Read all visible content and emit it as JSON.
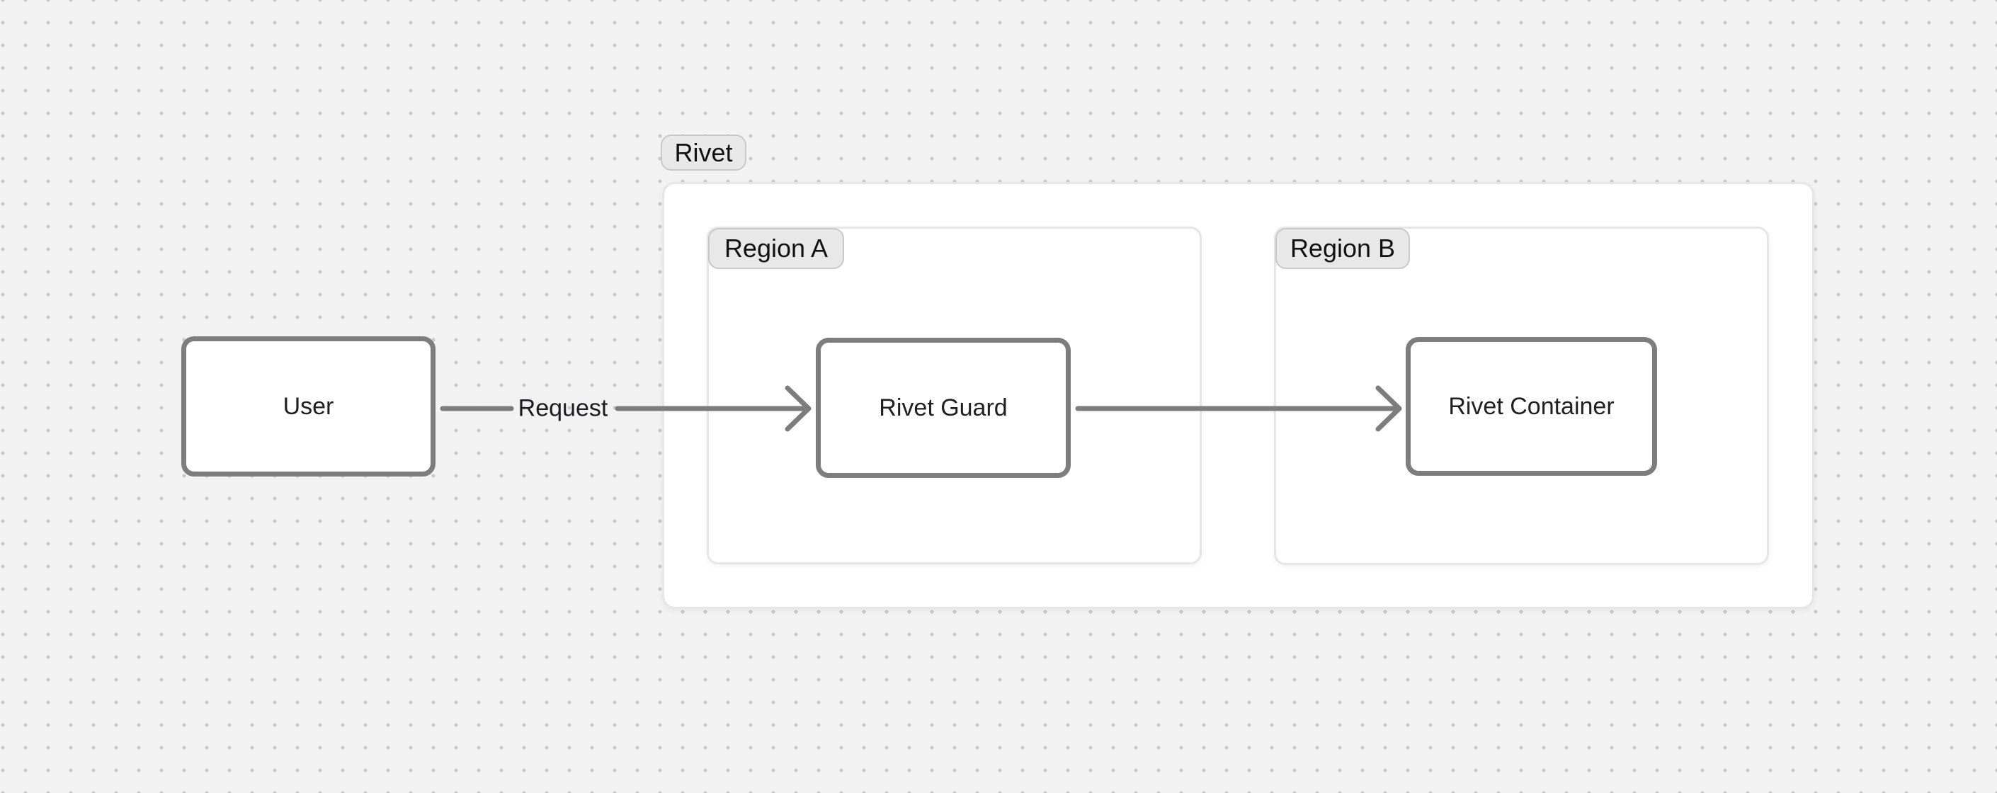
{
  "canvas": {
    "background_color": "#f2f2f2",
    "dot_color": "#c9c9c9"
  },
  "groups": [
    {
      "id": "rivet",
      "label": "Rivet",
      "contains": [
        "region-a",
        "region-b"
      ]
    },
    {
      "id": "region-a",
      "label": "Region A",
      "parent": "rivet",
      "contains": [
        "rivet-guard"
      ]
    },
    {
      "id": "region-b",
      "label": "Region B",
      "parent": "rivet",
      "contains": [
        "rivet-container"
      ]
    }
  ],
  "nodes": [
    {
      "id": "user",
      "label": "User"
    },
    {
      "id": "rivet-guard",
      "label": "Rivet Guard",
      "region": "region-a"
    },
    {
      "id": "rivet-container",
      "label": "Rivet Container",
      "region": "region-b"
    }
  ],
  "edges": [
    {
      "from": "user",
      "to": "rivet-guard",
      "label": "Request",
      "direction": "right"
    },
    {
      "from": "rivet-guard",
      "to": "rivet-container",
      "label": "",
      "direction": "right"
    }
  ],
  "colors": {
    "node_border": "#7d7d7d",
    "edge_stroke": "#7d7d7d",
    "node_text": "#202022",
    "badge_background": "#e8e8e8",
    "badge_border": "#c9c9c9",
    "group_background": "#ffffff",
    "group_border": "#e6e6e6"
  }
}
